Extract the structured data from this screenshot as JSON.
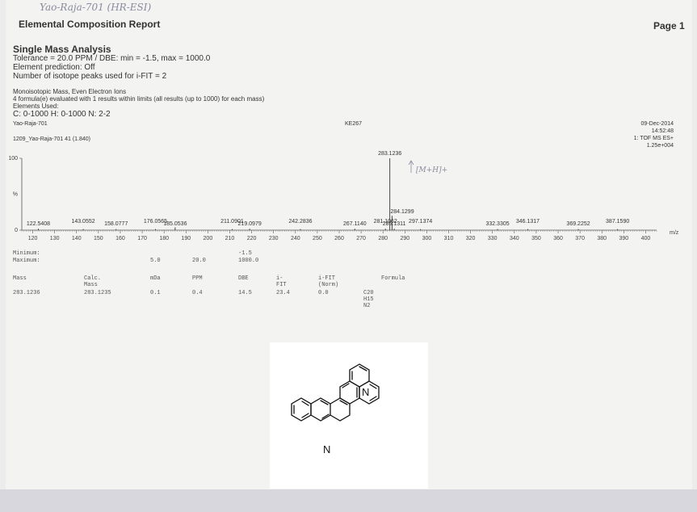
{
  "header": {
    "handwritten_note": "Yao-Raja-701 (HR-ESI)",
    "report_title": "Elemental Composition Report",
    "page_label": "Page 1"
  },
  "analysis": {
    "title": "Single Mass Analysis",
    "tolerance_line": "Tolerance = 20.0 PPM  /  DBE: min = -1.5, max = 1000.0",
    "prediction_line": "Element prediction: Off",
    "isotope_line": "Number of isotope peaks used for i-FIT = 2",
    "mass_type_line": "Monoisotopic Mass, Even Electron Ions",
    "evaluated_line": "4 formula(e) evaluated with 1 results within limits (all results (up to 1000) for each mass)",
    "elements_used_label": "Elements Used:",
    "elements_line": "C: 0-1000    H: 0-1000    N: 2-2"
  },
  "spectrum_header": {
    "sample_name": "Yao-Raja-701",
    "code": "KE267",
    "date": "09-Dec-2014",
    "time": "14:52:48",
    "file_line": "1209_Yao-Raja-701 41 (1.840)",
    "mode": "1: TOF MS ES+",
    "intensity": "1.25e+004",
    "mh_annotation": "[M+H]+"
  },
  "chart_data": {
    "type": "bar",
    "title": "",
    "xlabel": "m/z",
    "ylabel": "%",
    "xlim": [
      115,
      405
    ],
    "ylim": [
      0,
      100
    ],
    "x_ticks": [
      120,
      130,
      140,
      150,
      160,
      170,
      180,
      190,
      200,
      210,
      220,
      230,
      240,
      250,
      260,
      270,
      280,
      290,
      300,
      310,
      320,
      330,
      340,
      350,
      360,
      370,
      380,
      390,
      400
    ],
    "y_ticks": [
      0,
      100
    ],
    "y_tick_labels": [
      "0",
      "100"
    ],
    "percent_label_value": 50,
    "base_peak": {
      "mz": 283.1236,
      "label": "283.1236",
      "intensity": 100
    },
    "peaks": [
      {
        "mz": 122.5408,
        "intensity": 2,
        "label": "122.5408"
      },
      {
        "mz": 143.0552,
        "intensity": 1.5,
        "label": "143.0552"
      },
      {
        "mz": 158.0777,
        "intensity": 1.5,
        "label": "158.0777"
      },
      {
        "mz": 176.0565,
        "intensity": 1.5,
        "label": "176.0565"
      },
      {
        "mz": 185.0536,
        "intensity": 4,
        "label": "185.0536"
      },
      {
        "mz": 211.0901,
        "intensity": 1.5,
        "label": "211.0901"
      },
      {
        "mz": 219.0979,
        "intensity": 2,
        "label": "219.0979"
      },
      {
        "mz": 242.2836,
        "intensity": 1.5,
        "label": "242.2836"
      },
      {
        "mz": 267.114,
        "intensity": 2,
        "label": "267.1140"
      },
      {
        "mz": 281.1062,
        "intensity": 2,
        "label": "281.1062"
      },
      {
        "mz": 283.1236,
        "intensity": 100,
        "label": "283.1236"
      },
      {
        "mz": 284.1299,
        "intensity": 20,
        "label": "284.1299"
      },
      {
        "mz": 285.1311,
        "intensity": 2,
        "label": "285.1311"
      },
      {
        "mz": 297.1374,
        "intensity": 1.5,
        "label": "297.1374"
      },
      {
        "mz": 332.3305,
        "intensity": 1.5,
        "label": "332.3305"
      },
      {
        "mz": 346.1317,
        "intensity": 1.5,
        "label": "346.1317"
      },
      {
        "mz": 369.2252,
        "intensity": 1.5,
        "label": "369.2252"
      },
      {
        "mz": 387.159,
        "intensity": 1.5,
        "label": "387.1590"
      }
    ]
  },
  "results": {
    "limits": [
      {
        "label": "Minimum:",
        "mda": "",
        "ppm": "",
        "dbe": "-1.5"
      },
      {
        "label": "Maximum:",
        "mda": "5.0",
        "ppm": "20.0",
        "dbe": "1000.0"
      }
    ],
    "columns": [
      "Mass",
      "Calc. Mass",
      "mDa",
      "PPM",
      "DBE",
      "i-FIT",
      "i-FIT (Norm)",
      "Formula"
    ],
    "rows": [
      {
        "mass": "283.1236",
        "calc_mass": "283.1235",
        "mda": "0.1",
        "ppm": "0.4",
        "dbe": "14.5",
        "ifit": "23.4",
        "ifit_norm": "0.0",
        "formula": "C20  H15  N2"
      }
    ]
  },
  "structure": {
    "atom_labels": [
      "N",
      "N"
    ]
  },
  "colors": {
    "paper": "#f3f3f1",
    "ink": "#333333",
    "handwriting": "#8a8aa0",
    "footer_band": "#d7d7dd"
  }
}
